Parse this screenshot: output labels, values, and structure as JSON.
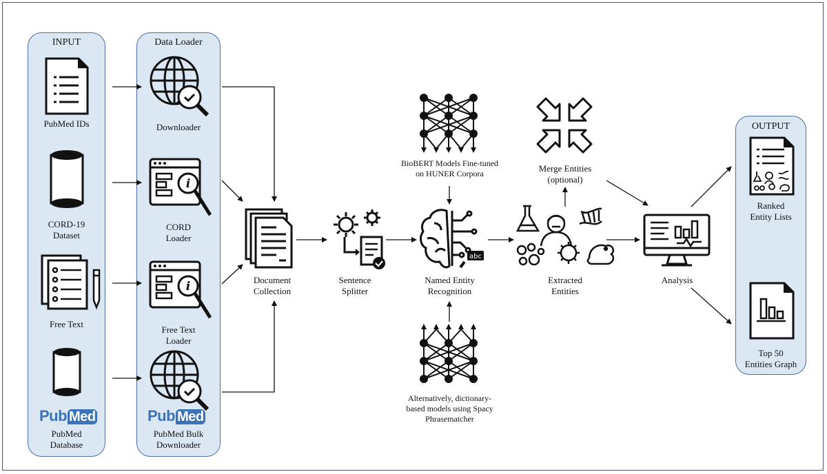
{
  "input": {
    "title": "INPUT",
    "items": [
      "PubMed IDs",
      "CORD-19\nDataset",
      "Free Text",
      "PubMed\nDatabase"
    ]
  },
  "loader": {
    "title": "Data Loader",
    "items": [
      "Downloader",
      "CORD\nLoader",
      "Free Text\nLoader",
      "PubMed Bulk\nDownloader"
    ]
  },
  "pubmed_logo": {
    "pub": "Pub",
    "med": "Med"
  },
  "steps": {
    "document_collection": "Document\nCollection",
    "sentence_splitter": "Sentence\nSplitter",
    "ner": "Named Entity\nRecognition",
    "biobert": "BioBERT Models Fine-tuned\non HUNER Corpora",
    "dictionary": "Alternatively, dictionary-\nbased models using Spacy\nPhrasematcher",
    "extracted": "Extracted\nEntities",
    "merge": "Merge Entities\n(optional)",
    "analysis": "Analysis",
    "abc_badge": "abc"
  },
  "output": {
    "title": "OUTPUT",
    "items": [
      "Ranked\nEntity Lists",
      "Top 50\nEntities Graph"
    ]
  },
  "colors": {
    "panel_fill": "#dce7f4",
    "panel_border": "#4a6fa0",
    "pubmed_blue": "#3a73b8"
  }
}
